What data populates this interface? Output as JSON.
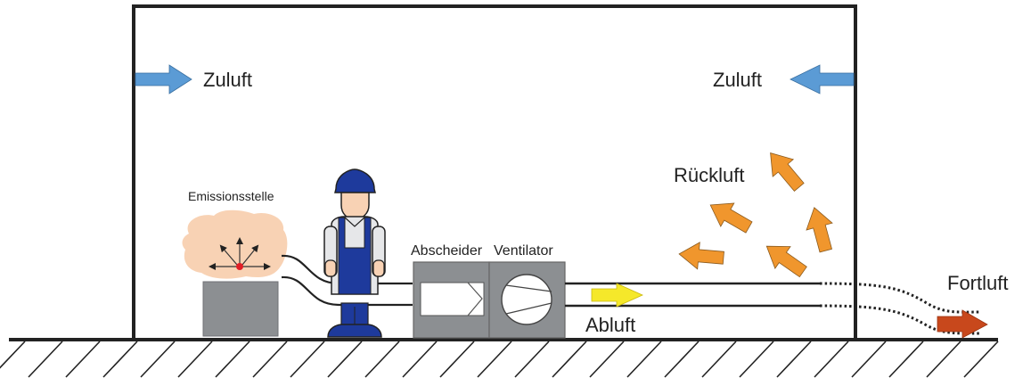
{
  "labels": {
    "supply_air_left": "Zuluft",
    "supply_air_right": "Zuluft",
    "emission_source": "Emissionsstelle",
    "separator": "Abscheider",
    "fan": "Ventilator",
    "recirculated_air": "Rückluft",
    "extract_air": "Abluft",
    "exhaust_air": "Fortluft"
  },
  "colors": {
    "supply_arrow": "#5b9bd5",
    "recirculation_arrow": "#f0962d",
    "extract_arrow": "#f5e82a",
    "exhaust_arrow": "#c8481c",
    "emission_cloud": "#f8d2b4",
    "emission_point": "#e21e26",
    "machine_gray": "#8c8f92",
    "worker_blue": "#1e3a9c",
    "wall": "#222222"
  }
}
